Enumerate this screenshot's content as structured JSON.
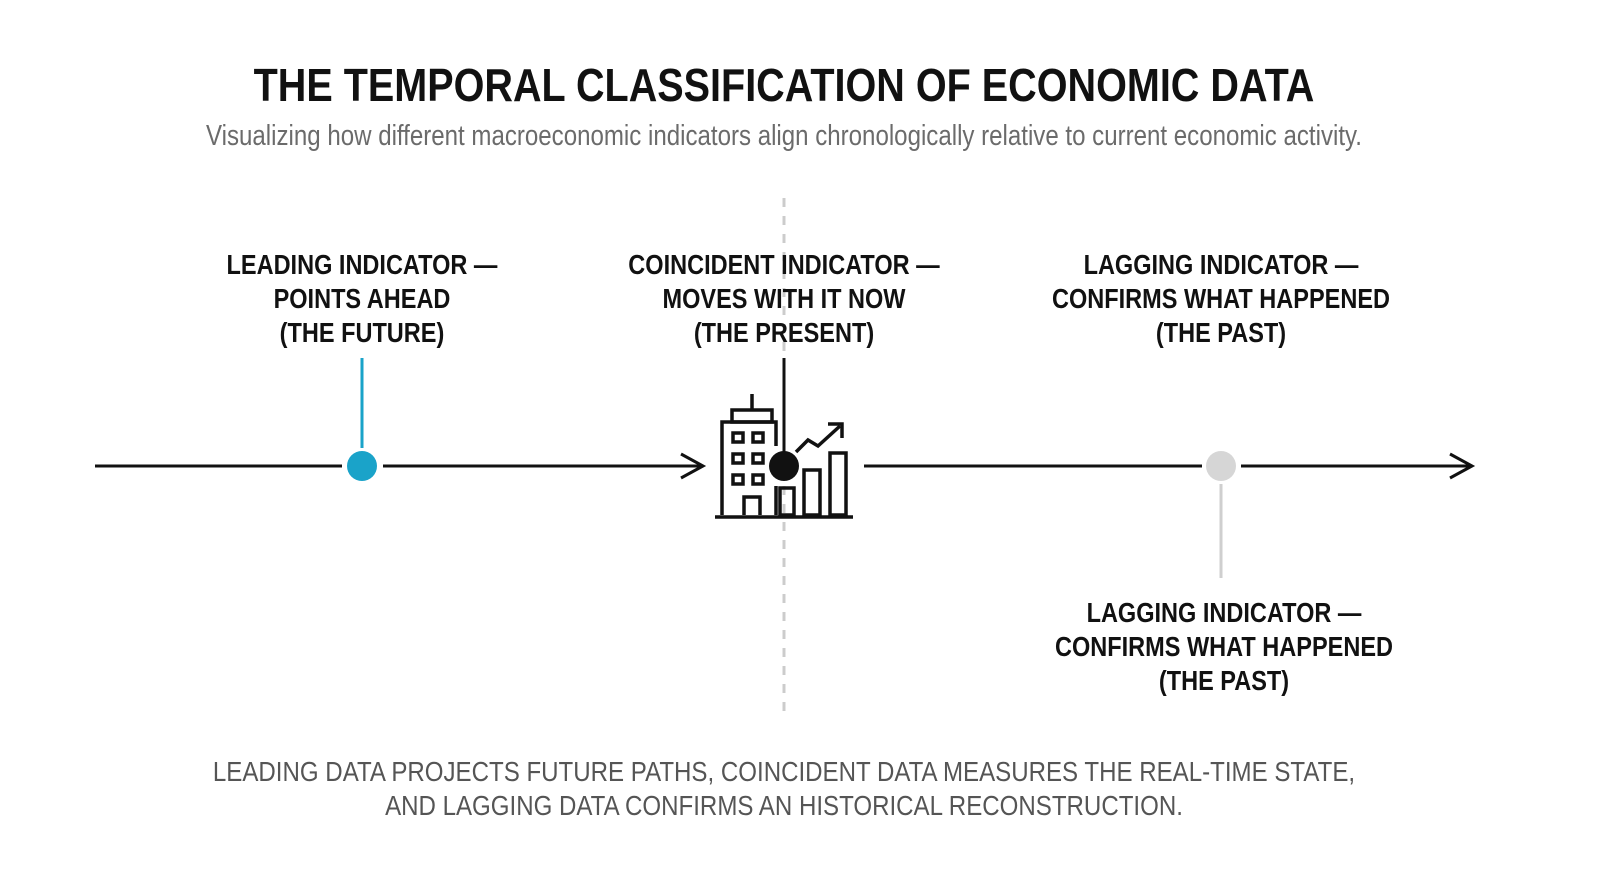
{
  "title": "THE TEMPORAL CLASSIFICATION OF ECONOMIC DATA",
  "subtitle": "Visualizing how different macroeconomic indicators align chronologically relative to current economic activity.",
  "indicators": {
    "leading": {
      "line1": "LEADING INDICATOR —",
      "line2": "POINTS AHEAD",
      "line3": "(THE FUTURE)",
      "color": "#1aa3c9"
    },
    "coincident": {
      "line1": "COINCIDENT INDICATOR —",
      "line2": "MOVES WITH IT NOW",
      "line3": "(THE PRESENT)",
      "color": "#111111"
    },
    "lagging_top": {
      "line1": "LAGGING INDICATOR —",
      "line2": "CONFIRMS WHAT HAPPENED",
      "line3": "(THE PAST)",
      "color": "#cfcfcf"
    },
    "lagging_bottom": {
      "line1": "LAGGING INDICATOR —",
      "line2": "CONFIRMS WHAT HAPPENED",
      "line3": "(THE PAST)"
    }
  },
  "icon": "building-with-growth-chart-icon",
  "footer": {
    "line1": "LEADING DATA PROJECTS FUTURE PATHS, COINCIDENT DATA MEASURES THE REAL-TIME STATE,",
    "line2": "AND LAGGING DATA CONFIRMS AN HISTORICAL RECONSTRUCTION."
  }
}
